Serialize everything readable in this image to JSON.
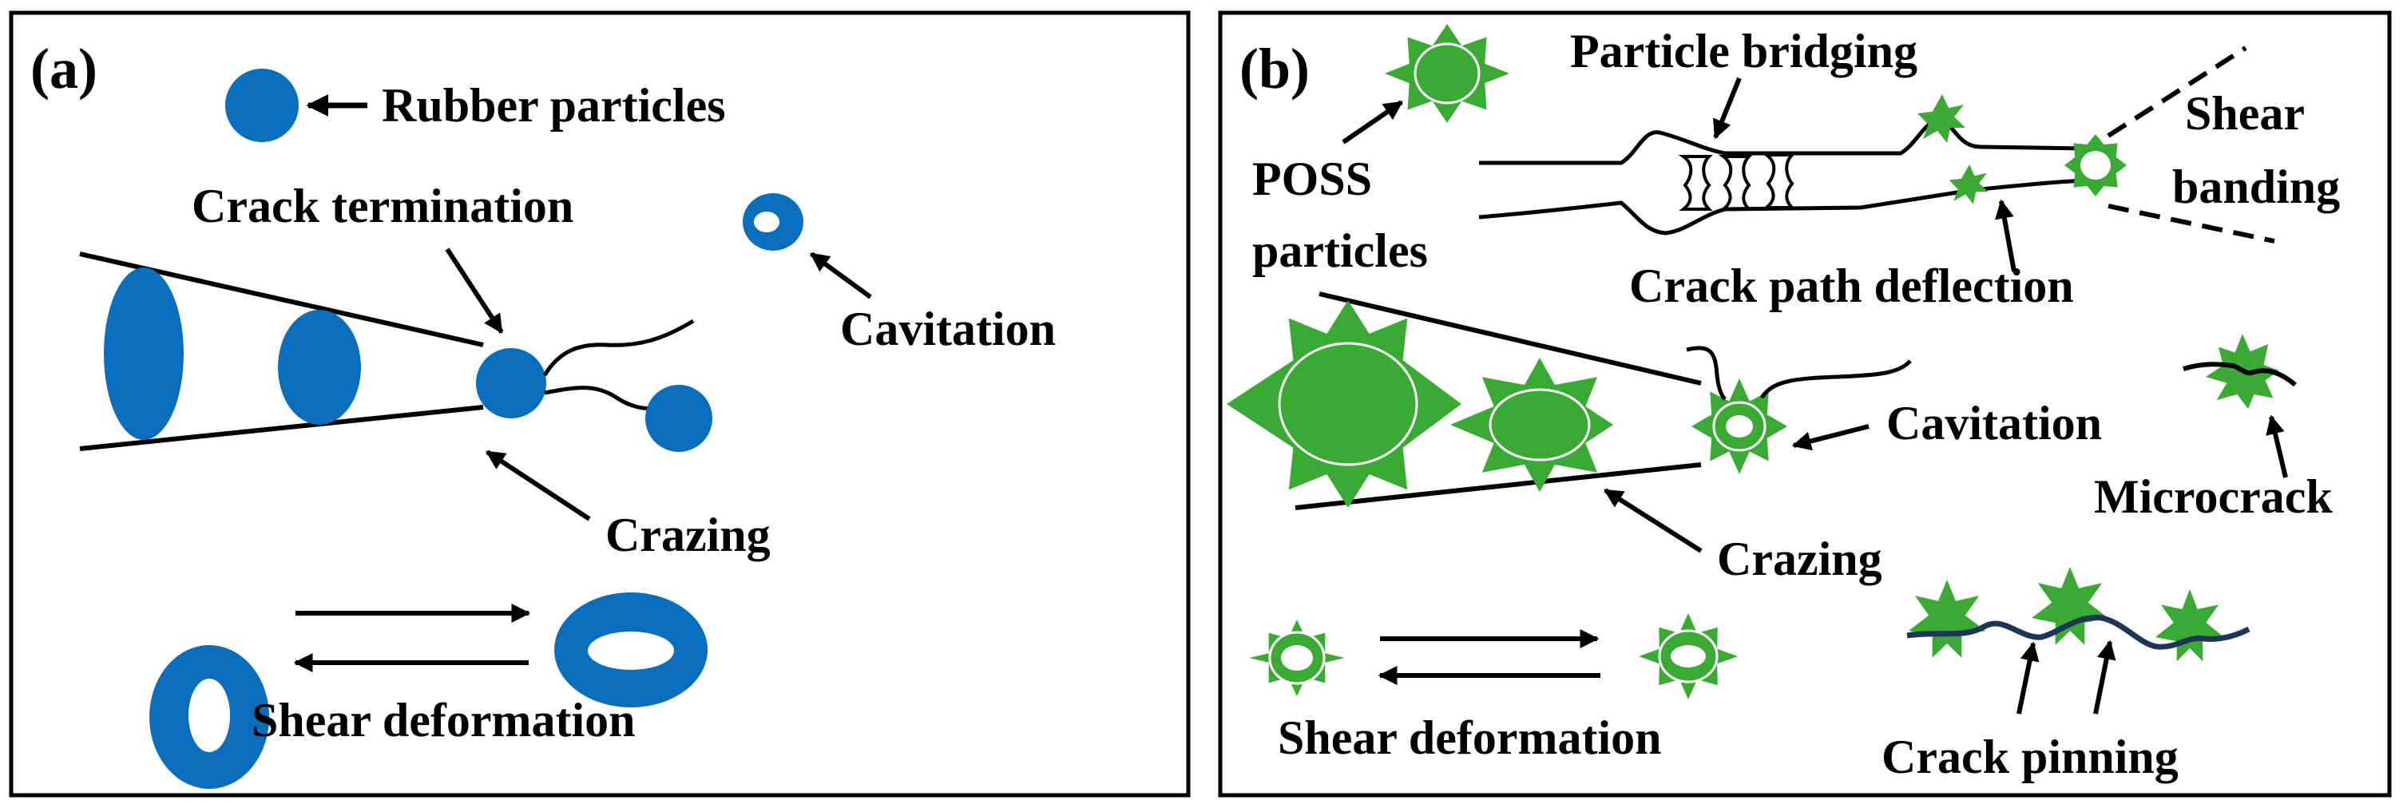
{
  "panel_a": {
    "tag": "(a)",
    "rubber_particles": "Rubber particles",
    "crack_termination": "Crack termination",
    "cavitation": "Cavitation",
    "crazing": "Crazing",
    "shear_deformation": "Shear deformation"
  },
  "panel_b": {
    "tag": "(b)",
    "particle_bridging": "Particle bridging",
    "poss_line1": "POSS",
    "poss_line2": "particles",
    "shear_banding_line1": "Shear",
    "shear_banding_line2": "banding",
    "crack_path_deflection": "Crack path deflection",
    "cavitation": "Cavitation",
    "microcrack": "Microcrack",
    "crazing": "Crazing",
    "shear_deformation": "Shear deformation",
    "crack_pinning": "Crack pinning"
  },
  "colors": {
    "rubber_blue": "#0A6EBD",
    "poss_green": "#3BAA35",
    "pinning_line": "#1F3557",
    "ink": "#000000"
  }
}
